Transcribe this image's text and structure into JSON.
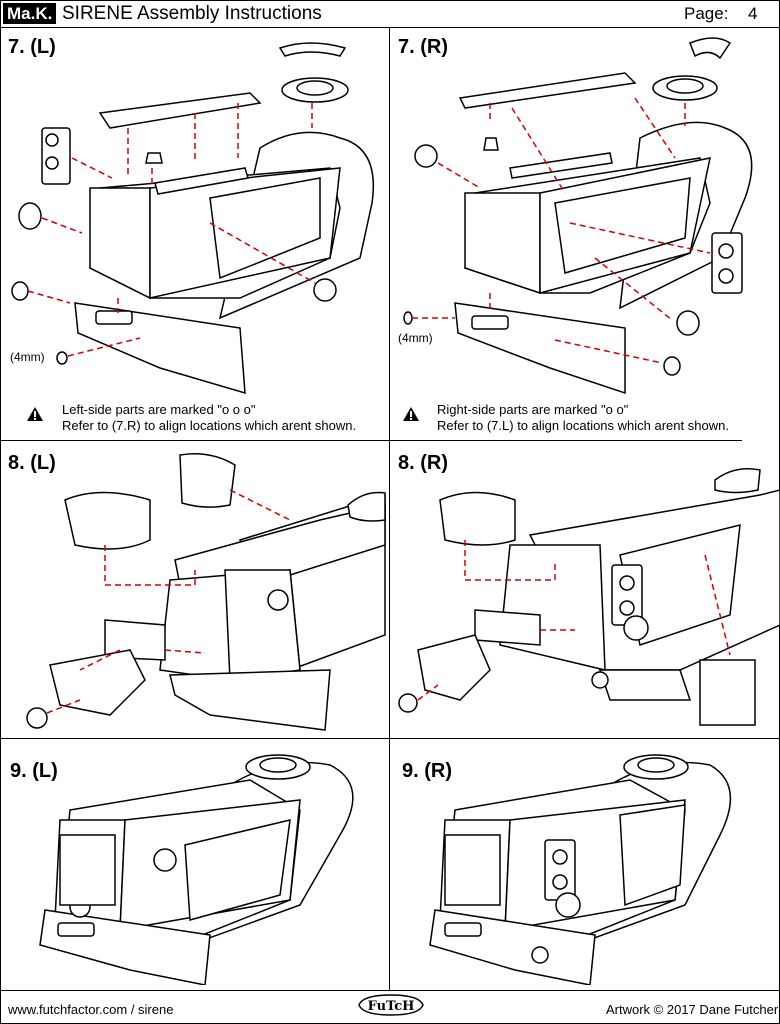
{
  "header": {
    "logo": "Ma.K.",
    "title": "SIRENE Assembly Instructions",
    "page_label": "Page:",
    "page_number": "4"
  },
  "steps": {
    "s7l": "7. (L)",
    "s7r": "7. (R)",
    "s8l": "8. (L)",
    "s8r": "8. (R)",
    "s9l": "9. (L)",
    "s9r": "9. (R)"
  },
  "labels": {
    "mm_left": "(4mm)",
    "mm_right": "(4mm)"
  },
  "notes": {
    "left_line1": "Left-side parts are marked \"o o o\"",
    "left_line2": "Refer to (7.R) to align locations which arent shown.",
    "right_line1": "Right-side parts are marked \"o o\"",
    "right_line2": "Refer to (7.L) to align locations which arent shown."
  },
  "footer": {
    "website": "www.futchfactor.com / sirene",
    "logo": "FuTcH",
    "credit": "Artwork © 2017 Dane Futcher"
  }
}
